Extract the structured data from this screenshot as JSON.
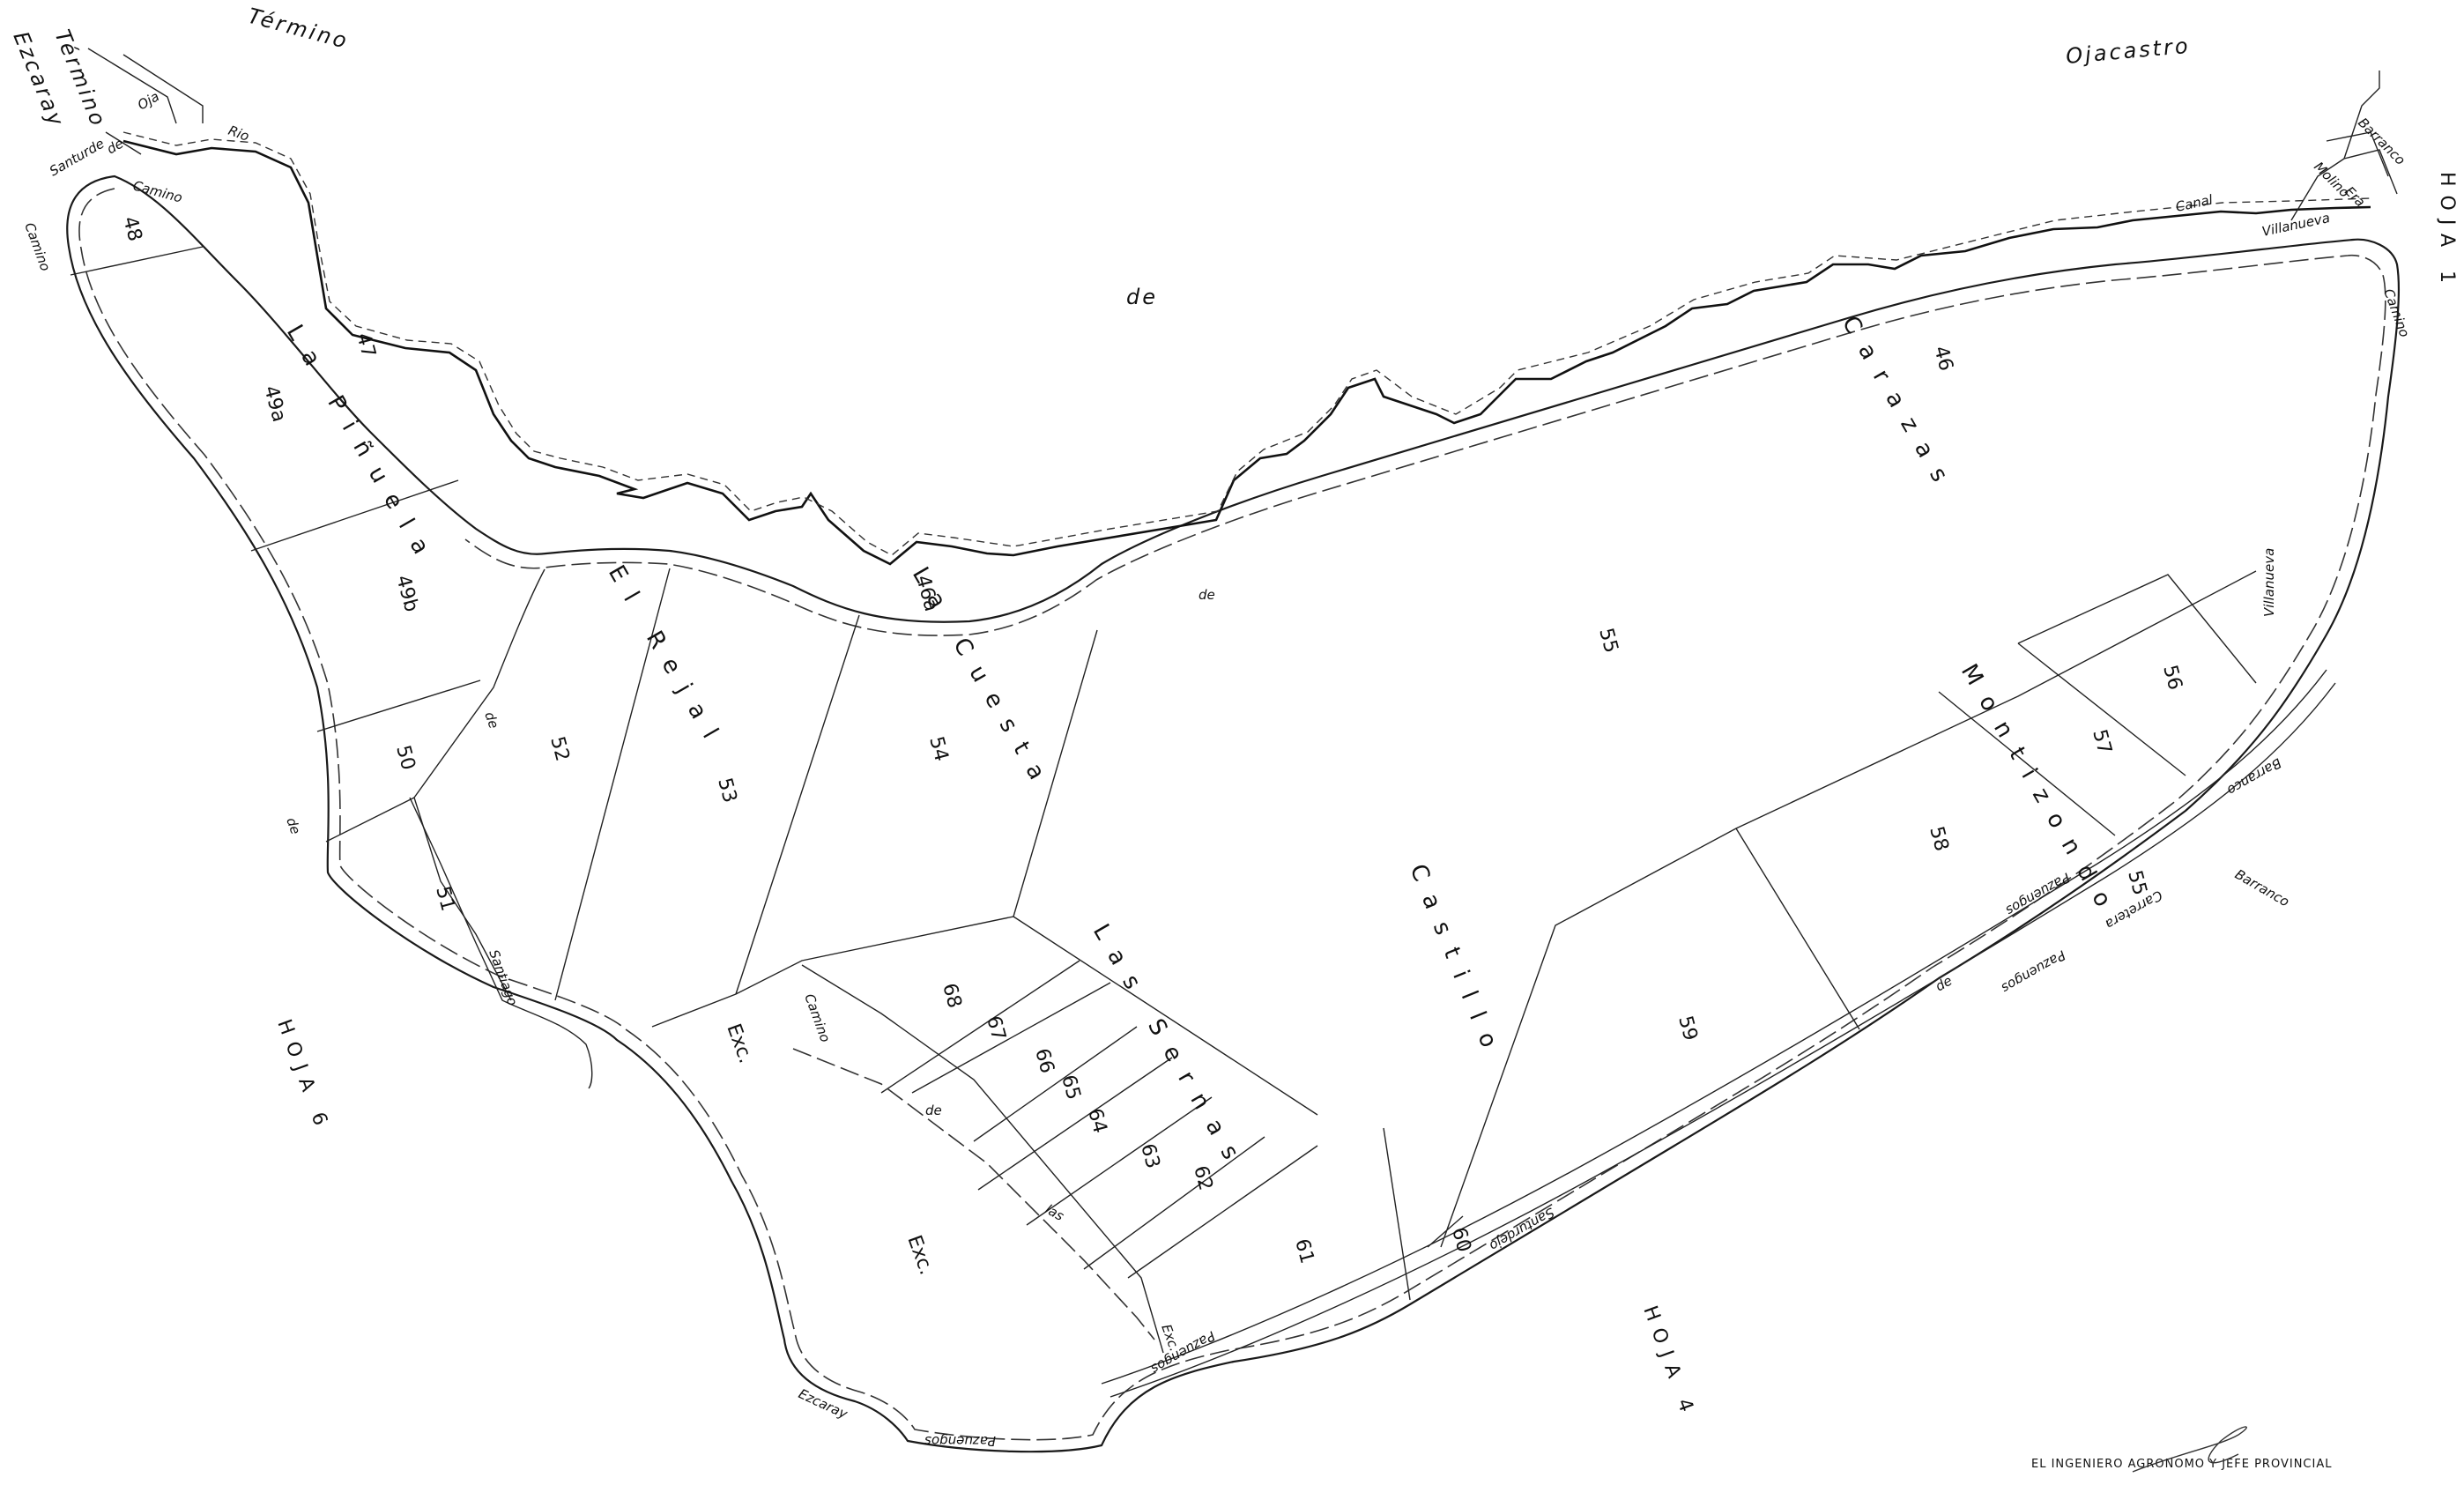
{
  "map": {
    "municipality_border": {
      "term_left": "Término",
      "term_top": "Término",
      "escaray": "Ezcaray",
      "ojacastro": "Ojacastro",
      "de_top": "de"
    },
    "sheets": {
      "hoja_1": "HOJA 1",
      "hoja_4": "HOJA 4",
      "hoja_6": "HOJA 6"
    },
    "places": {
      "la_pinuela": "La Piñuela",
      "el_rejal": "El Rejal",
      "la_cuesta": "La Cuesta",
      "carazas": "Carazas",
      "castillo": "Castillo",
      "montizondo": "Montizondo",
      "las_sernas": "Las Sernas"
    },
    "parcels": {
      "p46": "46",
      "p46a": "46a",
      "p47": "47",
      "p48": "48",
      "p49a": "49a",
      "p49b": "49b",
      "p50": "50",
      "p51": "51",
      "p52": "52",
      "p53": "53",
      "p54": "54",
      "p55": "55",
      "p55b": "55",
      "p56": "56",
      "p57": "57",
      "p58": "58",
      "p59": "59",
      "p60": "60",
      "p61": "61",
      "p62": "62",
      "p63": "63",
      "p64": "64",
      "p65": "65",
      "p66": "66",
      "p67": "67",
      "p68": "68",
      "exc1": "Exc.",
      "exc2": "Exc.",
      "exc3": "Exc."
    },
    "roads": {
      "rio": "Rio",
      "camino_top": "Camino",
      "camino_left": "Camino",
      "camino_mid": "Camino",
      "de_1": "de",
      "de_2": "de",
      "de_3": "de",
      "de_4": "de",
      "de_5": "de",
      "de_6": "de",
      "las": "las",
      "santiago": "Santiago",
      "santurde": "Santurde",
      "santurdejo": "Santurdejo",
      "pazuengos_1": "Pazuengos",
      "pazuengos_2": "Pazuengos",
      "pazuengos_3": "Pazuengos",
      "pazuengos_4": "Pazuengos",
      "ezcaray_road": "Ezcaray",
      "carretera": "Carretera",
      "barranco_1": "Barranco",
      "barranco_2": "Barranco",
      "barranco_3": "Barranco",
      "canal": "Canal",
      "villanueva": "Villanueva",
      "molino": "Molino",
      "era": "Era",
      "villanueva_2": "Villanueva",
      "oja": "Oja",
      "camino_right": "Camino"
    },
    "footer": "EL INGENIERO AGRONOMO Y JEFE PROVINCIAL"
  }
}
